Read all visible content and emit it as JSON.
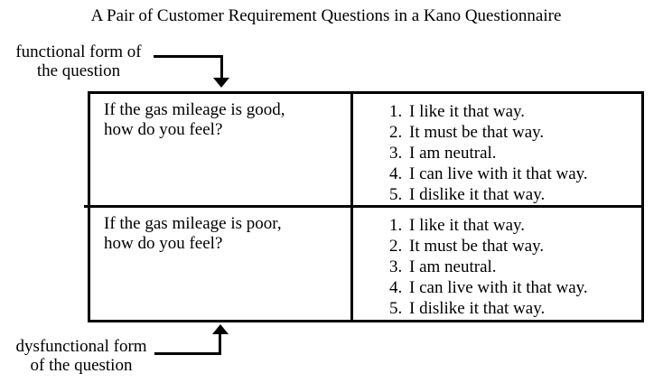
{
  "title": "A Pair of Customer Requirement Questions in a Kano Questionnaire",
  "labels": {
    "functional": {
      "line1": "functional form of",
      "line2": "the question"
    },
    "dysfunctional": {
      "line1": "dysfunctional form",
      "line2": "of the question"
    }
  },
  "table": {
    "rows": [
      {
        "question_line1": "If the gas mileage is good,",
        "question_line2": "how do you feel?",
        "options": [
          {
            "num": "1.",
            "text": "I like it that way."
          },
          {
            "num": "2.",
            "text": "It must be that way."
          },
          {
            "num": "3.",
            "text": "I am neutral."
          },
          {
            "num": "4.",
            "text": "I can live with it that way."
          },
          {
            "num": "5.",
            "text": "I dislike it that way."
          }
        ]
      },
      {
        "question_line1": "If the gas mileage is poor,",
        "question_line2": "how do you feel?",
        "options": [
          {
            "num": "1.",
            "text": "I like it that way."
          },
          {
            "num": "2.",
            "text": "It must be that way."
          },
          {
            "num": "3.",
            "text": "I am neutral."
          },
          {
            "num": "4.",
            "text": "I can live with it that way."
          },
          {
            "num": "5.",
            "text": "I dislike it that way."
          }
        ]
      }
    ]
  },
  "colors": {
    "ink": "#000000",
    "background": "#ffffff"
  }
}
